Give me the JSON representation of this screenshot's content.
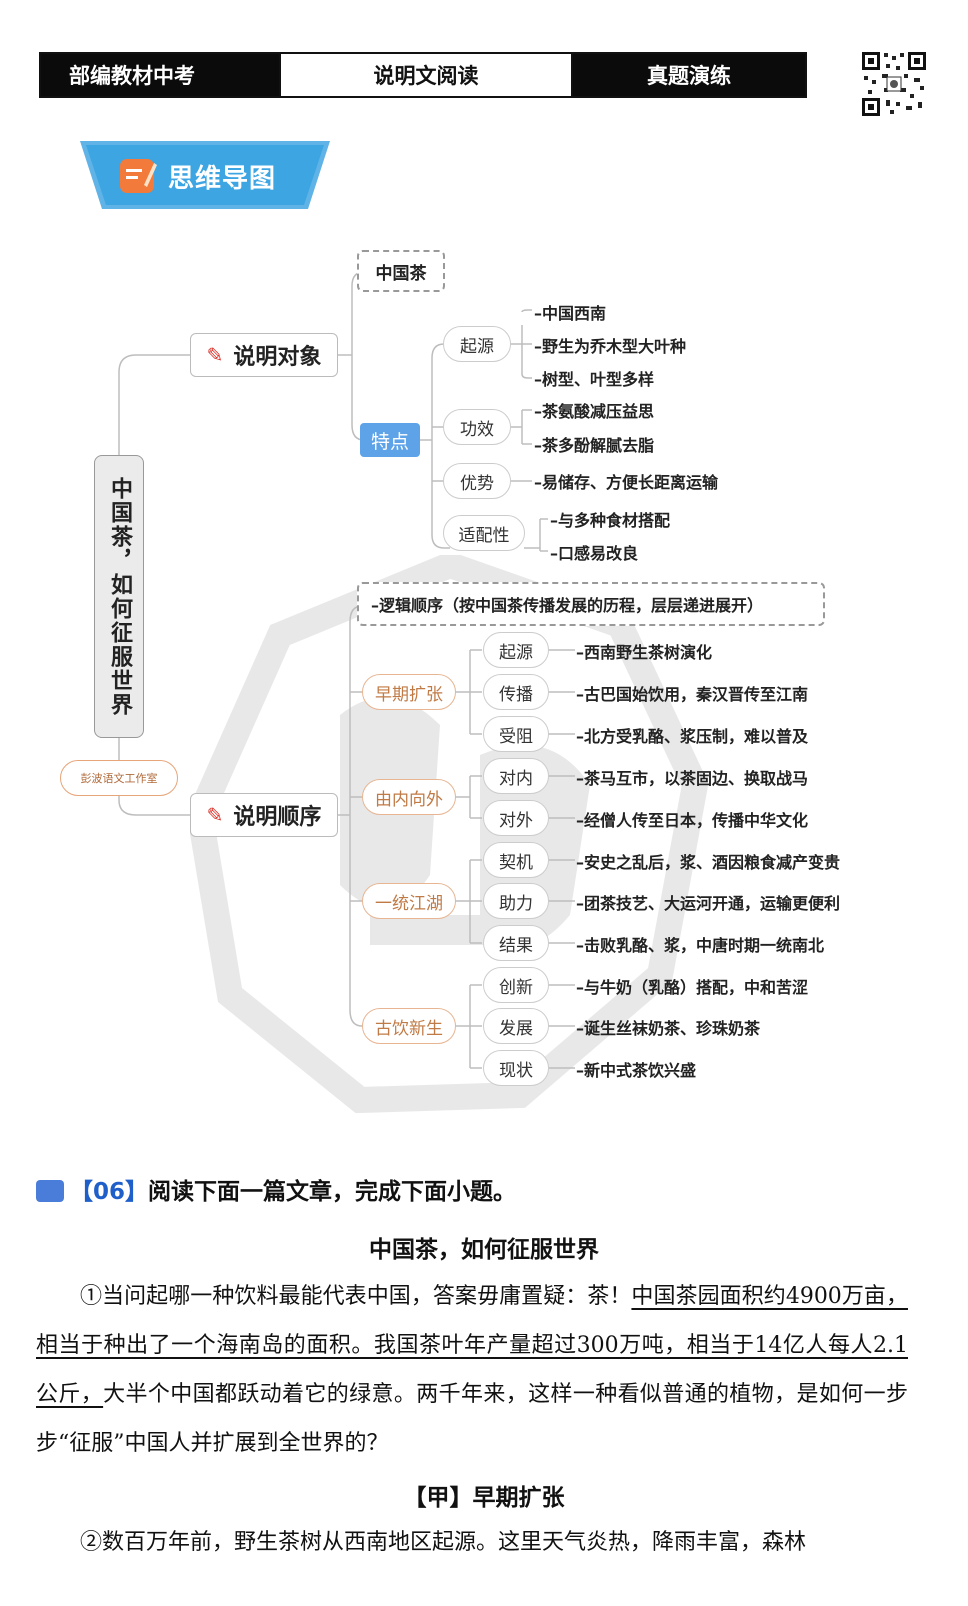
{
  "header": {
    "left": "部编教材中考",
    "center": "说明文阅读",
    "right": "真题演练"
  },
  "banner": {
    "label": "思维导图"
  },
  "mindmap": {
    "root": "中国茶，如何征服世界",
    "stamp": "彭波语文工作室",
    "object": {
      "label": "说明对象",
      "subject": "中国茶",
      "feature_label": "特点",
      "groups": [
        {
          "label": "起源",
          "leaves": [
            "–中国西南",
            "–野生为乔木型大叶种",
            "–树型、叶型多样"
          ]
        },
        {
          "label": "功效",
          "leaves": [
            "–茶氨酸减压益思",
            "–茶多酚解腻去脂"
          ]
        },
        {
          "label": "优势",
          "leaves": [
            "–易储存、方便长距离运输"
          ]
        },
        {
          "label": "适配性",
          "leaves": [
            "–与多种食材搭配",
            "–口感易改良"
          ]
        }
      ]
    },
    "order": {
      "label": "说明顺序",
      "logic": "–逻辑顺序（按中国茶传播发展的历程，层层递进展开）",
      "stages": [
        {
          "label": "早期扩张",
          "items": [
            {
              "k": "起源",
              "v": "–西南野生茶树演化"
            },
            {
              "k": "传播",
              "v": "–古巴国始饮用，秦汉晋传至江南"
            },
            {
              "k": "受阻",
              "v": "–北方受乳酪、浆压制，难以普及"
            }
          ]
        },
        {
          "label": "由内向外",
          "items": [
            {
              "k": "对内",
              "v": "–茶马互市，以茶固边、换取战马"
            },
            {
              "k": "对外",
              "v": "–经僧人传至日本，传播中华文化"
            }
          ]
        },
        {
          "label": "一统江湖",
          "items": [
            {
              "k": "契机",
              "v": "–安史之乱后，浆、酒因粮食减产变贵"
            },
            {
              "k": "助力",
              "v": "–团茶技艺、大运河开通，运输更便利"
            },
            {
              "k": "结果",
              "v": "–击败乳酪、浆，中唐时期一统南北"
            }
          ]
        },
        {
          "label": "古饮新生",
          "items": [
            {
              "k": "创新",
              "v": "–与牛奶（乳酪）搭配，中和苦涩"
            },
            {
              "k": "发展",
              "v": "–诞生丝袜奶茶、珍珠奶茶"
            },
            {
              "k": "现状",
              "v": "–新中式茶饮兴盛"
            }
          ]
        }
      ]
    }
  },
  "question": {
    "number": "【06】",
    "prompt": "阅读下面一篇文章，完成下面小题。"
  },
  "article": {
    "title": "中国茶，如何征服世界",
    "p1_a": "①当问起哪一种饮料最能代表中国，答案毋庸置疑：茶！",
    "p1_u": "中国茶园面积约4900万亩，相当于种出了一个海南岛的面积。我国茶叶年产量超过300万吨，相当于14亿人每人2.1公斤，",
    "p1_b": "大半个中国都跃动着它的绿意。两千年来，这样一种看似普通的植物，是如何一步步“征服”中国人并扩展到全世界的？",
    "section": "【甲】早期扩张",
    "p2": "②数百万年前，野生茶树从西南地区起源。这里天气炎热，降雨丰富，森林"
  },
  "colors": {
    "accent_blue": "#5ea3e8",
    "pen_red": "#d9342b",
    "stage_orange": "#c07a45"
  }
}
